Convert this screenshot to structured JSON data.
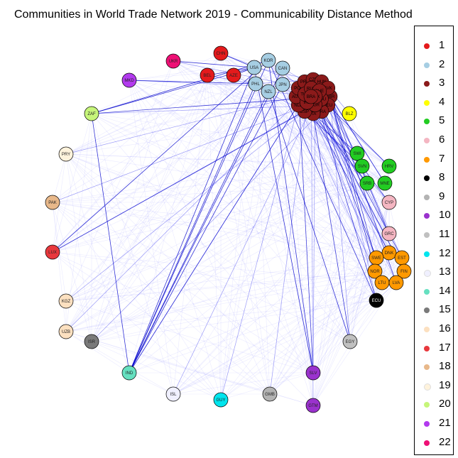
{
  "title": "Communities in World Trade Network 2019 - Communicability Distance Method",
  "legend": [
    {
      "label": "1",
      "color": "#e41a1c"
    },
    {
      "label": "2",
      "color": "#a6cee3"
    },
    {
      "label": "3",
      "color": "#8b1a1a"
    },
    {
      "label": "4",
      "color": "#ffff00"
    },
    {
      "label": "5",
      "color": "#22cc22"
    },
    {
      "label": "6",
      "color": "#f4b6c2"
    },
    {
      "label": "7",
      "color": "#ff9900"
    },
    {
      "label": "8",
      "color": "#000000"
    },
    {
      "label": "9",
      "color": "#b3b3b3"
    },
    {
      "label": "10",
      "color": "#9a32cd"
    },
    {
      "label": "11",
      "color": "#c0c0c0"
    },
    {
      "label": "12",
      "color": "#00e5ee"
    },
    {
      "label": "13",
      "color": "#f0f0ff"
    },
    {
      "label": "14",
      "color": "#66e0c0"
    },
    {
      "label": "15",
      "color": "#7a7a7a"
    },
    {
      "label": "16",
      "color": "#fce0c0"
    },
    {
      "label": "17",
      "color": "#e8383d"
    },
    {
      "label": "18",
      "color": "#e8b88a"
    },
    {
      "label": "19",
      "color": "#fff3dc"
    },
    {
      "label": "20",
      "color": "#c6f57a"
    },
    {
      "label": "21",
      "color": "#b23aee"
    },
    {
      "label": "22",
      "color": "#ee1075"
    }
  ],
  "nodes": [
    {
      "id": "CHN",
      "community": "1"
    },
    {
      "id": "UKR",
      "community": "22"
    },
    {
      "id": "MKD",
      "community": "21"
    },
    {
      "id": "BEL",
      "community": "1"
    },
    {
      "id": "AZE",
      "community": "1"
    },
    {
      "id": "USA",
      "community": "2"
    },
    {
      "id": "KOR",
      "community": "2"
    },
    {
      "id": "CAN",
      "community": "2"
    },
    {
      "id": "PHL",
      "community": "2"
    },
    {
      "id": "NZL",
      "community": "2"
    },
    {
      "id": "JPN",
      "community": "2"
    },
    {
      "id": "ZAF",
      "community": "20"
    },
    {
      "id": "BLZ",
      "community": "4"
    },
    {
      "id": "PRY",
      "community": "19"
    },
    {
      "id": "SWI",
      "community": "5"
    },
    {
      "id": "SVN",
      "community": "5"
    },
    {
      "id": "HRV",
      "community": "5"
    },
    {
      "id": "SRB",
      "community": "5"
    },
    {
      "id": "MNE",
      "community": "5"
    },
    {
      "id": "CYP",
      "community": "6"
    },
    {
      "id": "PAK",
      "community": "18"
    },
    {
      "id": "GRC",
      "community": "6"
    },
    {
      "id": "LUX",
      "community": "17"
    },
    {
      "id": "DNK",
      "community": "7"
    },
    {
      "id": "SWE",
      "community": "7"
    },
    {
      "id": "EST",
      "community": "7"
    },
    {
      "id": "NOR",
      "community": "7"
    },
    {
      "id": "FIN",
      "community": "7"
    },
    {
      "id": "LTU",
      "community": "7"
    },
    {
      "id": "LVA",
      "community": "7"
    },
    {
      "id": "ECU",
      "community": "8"
    },
    {
      "id": "KGZ",
      "community": "16"
    },
    {
      "id": "UZB",
      "community": "16"
    },
    {
      "id": "ISR",
      "community": "15"
    },
    {
      "id": "EGY",
      "community": "11"
    },
    {
      "id": "IND",
      "community": "14"
    },
    {
      "id": "SLV",
      "community": "10"
    },
    {
      "id": "ISL",
      "community": "13"
    },
    {
      "id": "GMB",
      "community": "9"
    },
    {
      "id": "GUY",
      "community": "12"
    },
    {
      "id": "GTM",
      "community": "10"
    }
  ],
  "cluster3": {
    "community": "3",
    "labels": [
      "GBR",
      "DEU",
      "FRA",
      "ITA",
      "ESP",
      "NLD",
      "AUT",
      "POL",
      "PRT",
      "CZE",
      "HUN",
      "SVK",
      "ROU",
      "BGR",
      "IRL",
      "TUR",
      "RUS",
      "CHE",
      "MEX",
      "BRA"
    ]
  }
}
